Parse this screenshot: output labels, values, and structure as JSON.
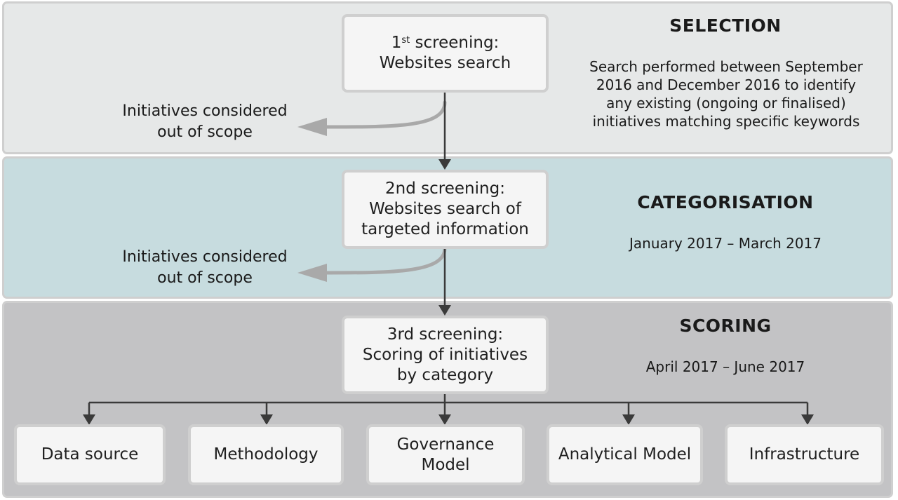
{
  "selection": {
    "title": "SELECTION",
    "description_lines": [
      "Search performed between September",
      "2016 and December 2016 to identify",
      "any existing (ongoing or finalised)",
      "initiatives matching specific keywords"
    ],
    "screening": {
      "ordinal_number": "1",
      "ordinal_suffix": "st",
      "line1_rest": " screening:",
      "line2": "Websites search"
    },
    "out_of_scope": {
      "line1": "Initiatives considered",
      "line2": "out of scope"
    }
  },
  "categorisation": {
    "title": "CATEGORISATION",
    "date_range": "January 2017 – March 2017",
    "screening": {
      "lines": [
        "2nd screening:",
        "Websites search of",
        "targeted information"
      ]
    },
    "out_of_scope": {
      "line1": "Initiatives considered",
      "line2": "out of scope"
    }
  },
  "scoring": {
    "title": "SCORING",
    "date_range": "April 2017 – June 2017",
    "screening": {
      "lines": [
        "3rd screening:",
        "Scoring of initiatives",
        "by category"
      ]
    },
    "categories": [
      {
        "lines": [
          "Data source"
        ]
      },
      {
        "lines": [
          "Methodology"
        ]
      },
      {
        "lines": [
          "Governance",
          "Model"
        ]
      },
      {
        "lines": [
          "Analytical Model"
        ]
      },
      {
        "lines": [
          "Infrastructure"
        ]
      }
    ]
  },
  "colors": {
    "selection_bg": "#e6e8e8",
    "categorisation_bg": "#c7dcdf",
    "scoring_bg": "#c3c3c5",
    "box_bg": "#f5f5f5",
    "box_border": "#cfcfcf",
    "arrow": "#3a3a3a",
    "out_of_scope_arrow": "#a9a9a9"
  }
}
